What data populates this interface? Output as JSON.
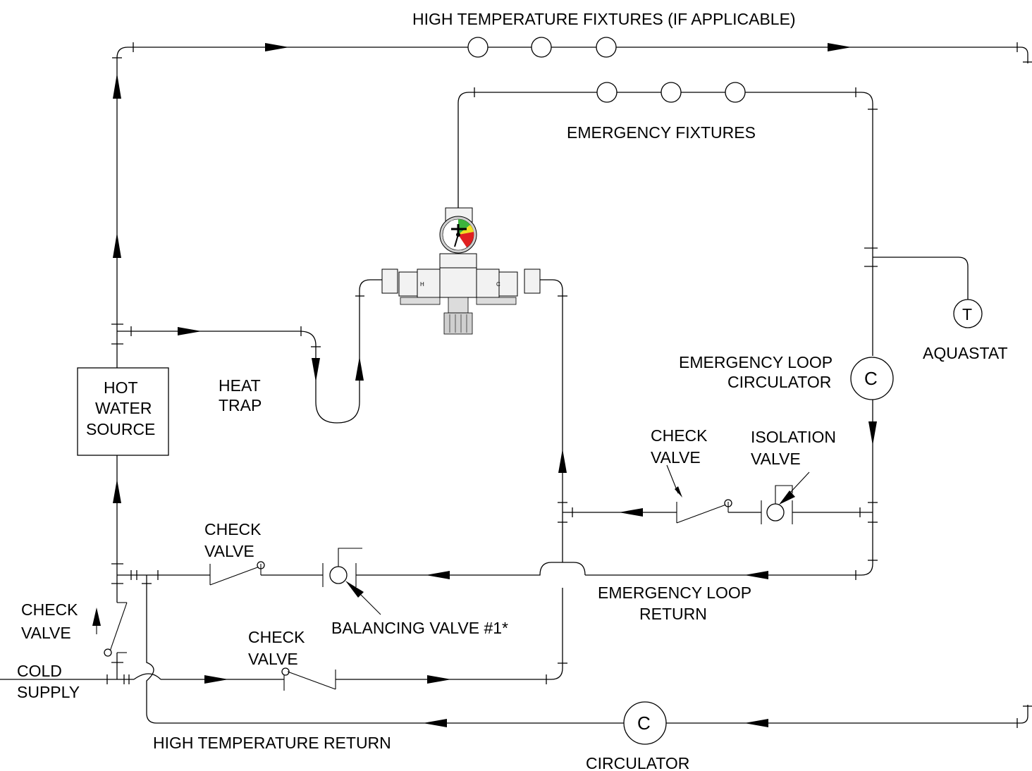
{
  "diagram": {
    "labels": {
      "high_temp_fixtures": "HIGH TEMPERATURE FIXTURES (IF APPLICABLE)",
      "emergency_fixtures": "EMERGENCY FIXTURES",
      "heat_trap_1": "HEAT",
      "heat_trap_2": "TRAP",
      "hot_water_1": "HOT",
      "hot_water_2": "WATER",
      "hot_water_3": "SOURCE",
      "emergency_loop_circ_1": "EMERGENCY LOOP",
      "emergency_loop_circ_2": "CIRCULATOR",
      "aquastat": "AQUASTAT",
      "aquastat_symbol": "T",
      "circulator_symbol": "C",
      "check_valve_1": "CHECK",
      "check_valve_2": "VALVE",
      "isolation_valve_1": "ISOLATION",
      "isolation_valve_2": "VALVE",
      "balancing_valve": "BALANCING VALVE #1*",
      "emergency_loop_return_1": "EMERGENCY LOOP",
      "emergency_loop_return_2": "RETURN",
      "cold_supply_1": "COLD",
      "cold_supply_2": "SUPPLY",
      "high_temp_return": "HIGH TEMPERATURE RETURN",
      "circulator": "CIRCULATOR",
      "mixing_valve_hot_port": "H",
      "mixing_valve_cold_port": "C"
    },
    "colors": {
      "line": "#000000",
      "gauge_green": "#3cb43c",
      "gauge_yellow": "#f0e020",
      "gauge_red": "#e02020",
      "valve_body": "#f2f2f2"
    }
  }
}
